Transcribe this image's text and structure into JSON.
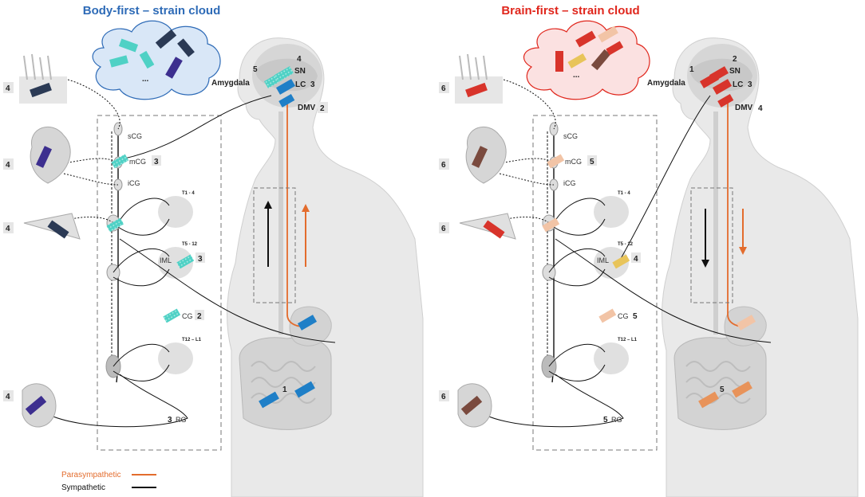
{
  "colors": {
    "body_title": "#2e6bb7",
    "brain_title": "#e0261c",
    "parasympathetic": "#e36c2d",
    "sympathetic": "#111111",
    "cloud_left": "#d9e7f7",
    "cloud_right": "#fbe1e1",
    "teal": "#4fd1c5",
    "blue": "#1f7fc7",
    "navy": "#2b3a55",
    "purple": "#3d2f8f",
    "red": "#d8342b",
    "brown": "#7a4a3e",
    "yellow": "#e8c45a",
    "peach": "#f2c4a6"
  },
  "left_panel": {
    "title": "Body-first – strain cloud",
    "cloud_ellipsis": "...",
    "labels": {
      "scg": "sCG",
      "mcg": "mCG",
      "icg": "iCG",
      "t14": "T1 - 4",
      "t512": "T5 - 12",
      "iml": "IML",
      "cg": "CG",
      "t12l1": "T12 – L1",
      "rg": "RG",
      "amygdala": "Amygdala",
      "sn": "SN",
      "lc": "LC",
      "dmv": "DMV"
    },
    "numbers": {
      "skin": "4",
      "heart": "4",
      "vessel": "4",
      "kidney": "4",
      "mcg": "3",
      "iml": "3",
      "cg": "2",
      "rg": "3",
      "gut": "1",
      "amygdala": "5",
      "sn": "4",
      "lc": "3",
      "dmv": "2"
    }
  },
  "right_panel": {
    "title": "Brain-first – strain cloud",
    "cloud_ellipsis": "...",
    "labels": {
      "scg": "sCG",
      "mcg": "mCG",
      "icg": "iCG",
      "t14": "T1 - 4",
      "t512": "T5 - 12",
      "iml": "IML",
      "cg": "CG",
      "t12l1": "T12 – L1",
      "rg": "RG",
      "amygdala": "Amygdala",
      "sn": "SN",
      "lc": "LC",
      "dmv": "DMV"
    },
    "numbers": {
      "skin": "6",
      "heart": "6",
      "vessel": "6",
      "kidney": "6",
      "mcg": "5",
      "iml": "4",
      "cg": "5",
      "rg": "5",
      "gut": "5",
      "amygdala": "1",
      "sn": "2",
      "lc": "3",
      "dmv": "4"
    }
  },
  "legend": {
    "parasympathetic": "Parasympathetic",
    "sympathetic": "Sympathetic"
  }
}
